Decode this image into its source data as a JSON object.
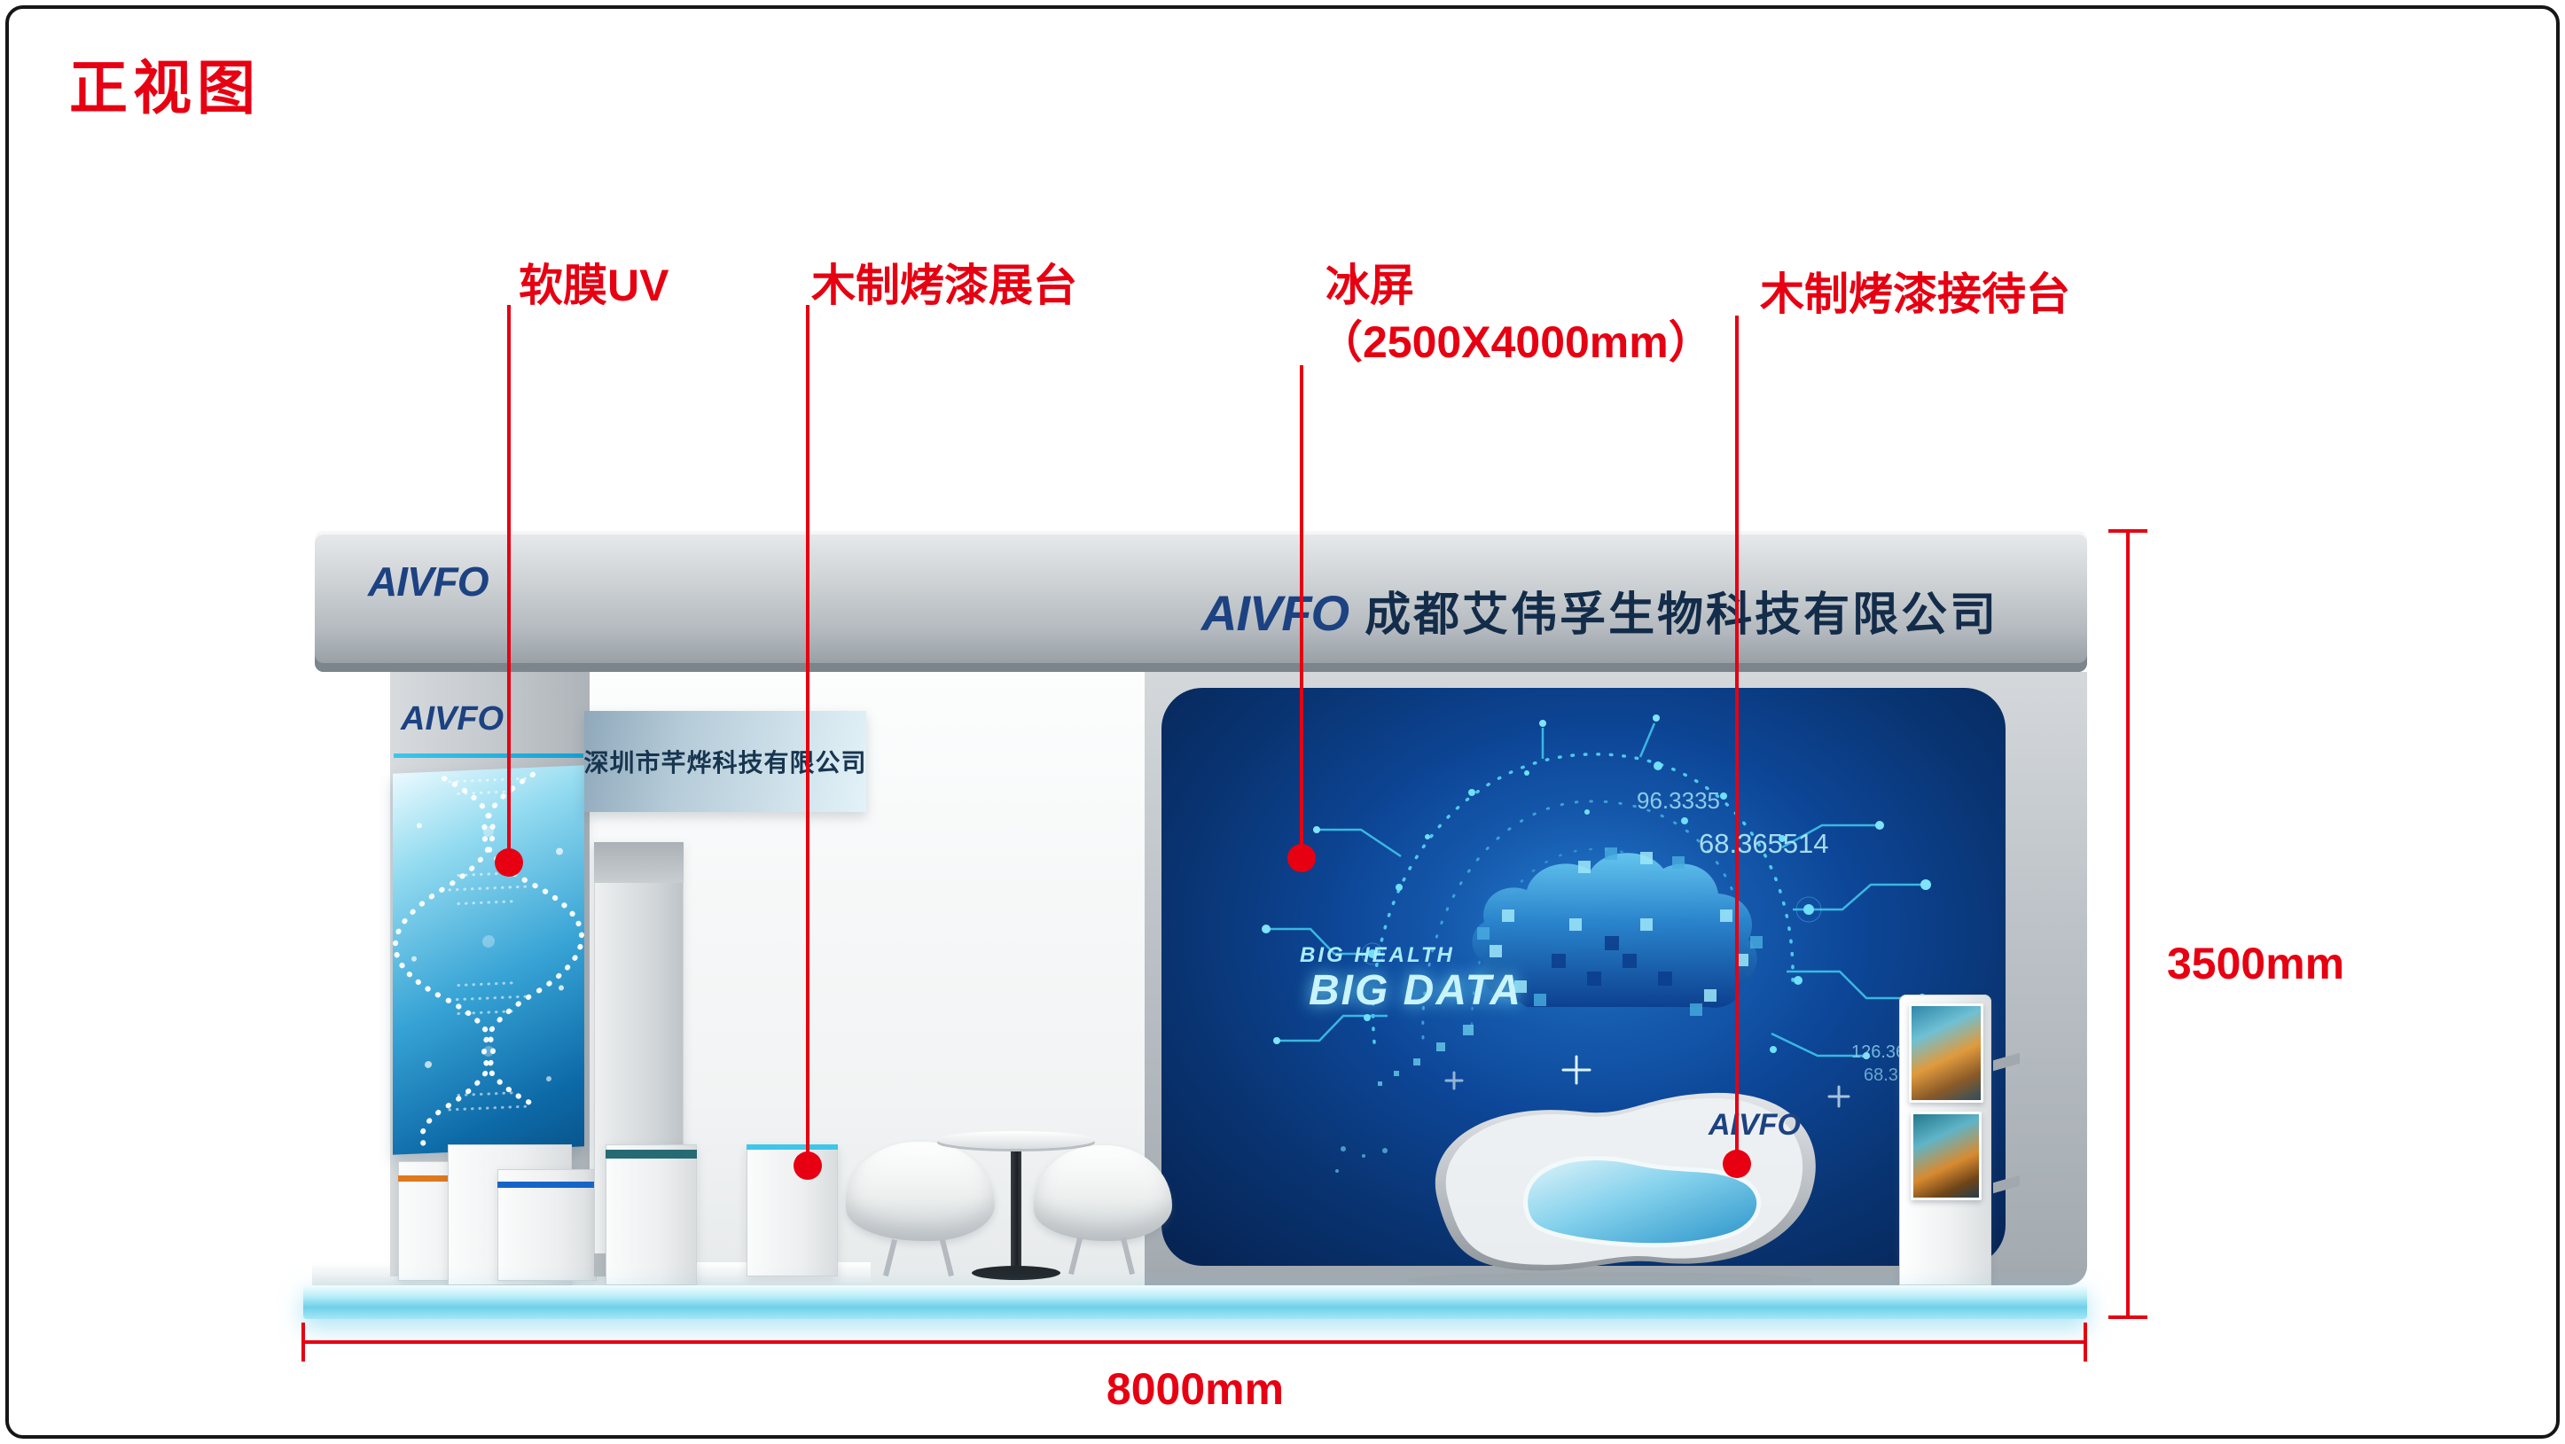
{
  "title": "正视图",
  "callouts": [
    {
      "label": "软膜UV"
    },
    {
      "label": "木制烤漆展台"
    },
    {
      "label": "冰屏",
      "label2": "（2500X4000mm）"
    },
    {
      "label": "木制烤漆接待台"
    }
  ],
  "dimensions": {
    "height": "3500mm",
    "width": "8000mm"
  },
  "booth": {
    "header": {
      "logo_left": "AIVFO",
      "logo_right": "AIVFO",
      "company": "成都艾伟孚生物科技有限公司"
    },
    "left_panel": {
      "logo": "AIVFO"
    },
    "hanging_sign": {
      "text": "深圳市芊烨科技有限公司"
    },
    "screen": {
      "tagline_small": "BIG HEALTH",
      "tagline_large": "BIG DATA",
      "readouts": [
        "96.3335",
        "68.365514",
        "126.3654",
        "68.36"
      ]
    },
    "reception_desk": {
      "logo": "AIVFO"
    }
  },
  "colors": {
    "annotation_red": "#e60012",
    "logo_navy": "#1c4282",
    "screen_blue": "#0d4799",
    "glow_cyan": "#6fd0ea"
  }
}
